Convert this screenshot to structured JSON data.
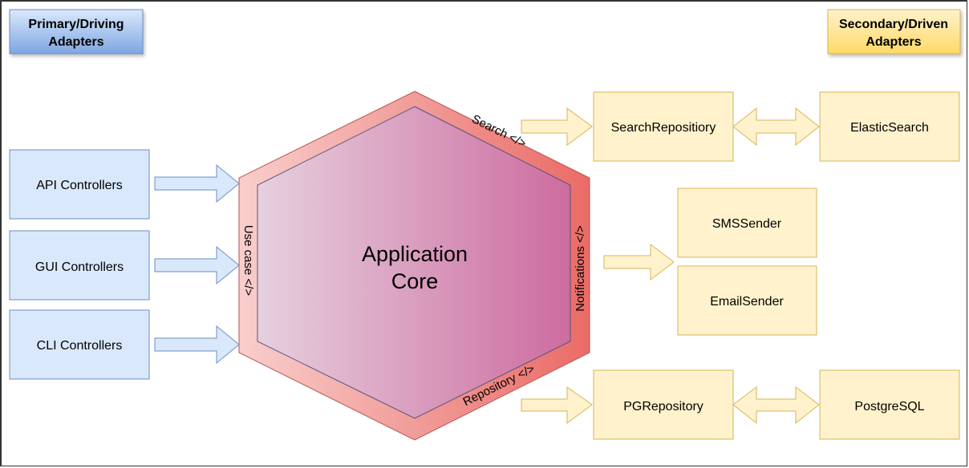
{
  "legend": {
    "primary": {
      "line1": "Primary/Driving",
      "line2": "Adapters"
    },
    "secondary": {
      "line1": "Secondary/Driven",
      "line2": "Adapters"
    }
  },
  "core": {
    "line1": "Application",
    "line2": "Core",
    "ports": {
      "use_case": "Use case </>",
      "search": "Search </>",
      "notifications": "Notifications </>",
      "repository": "Repository </>"
    }
  },
  "primary_adapters": [
    {
      "label": "API Controllers"
    },
    {
      "label": "GUI Controllers"
    },
    {
      "label": "CLI Controllers"
    }
  ],
  "secondary_adapters": {
    "search_repository": "SearchRepositiory",
    "elastic_search": "ElasticSearch",
    "sms_sender": "SMSSender",
    "email_sender": "EmailSender",
    "pg_repository": "PGRepository",
    "postgresql": "PostgreSQL"
  },
  "colors": {
    "primary_fill": "#dae8fc",
    "primary_stroke": "#6c8ebf",
    "secondary_fill": "#fff2cc",
    "secondary_stroke": "#d6b656",
    "hex_outer_stroke": "#b85450",
    "hex_inner_stroke": "#56517e"
  }
}
